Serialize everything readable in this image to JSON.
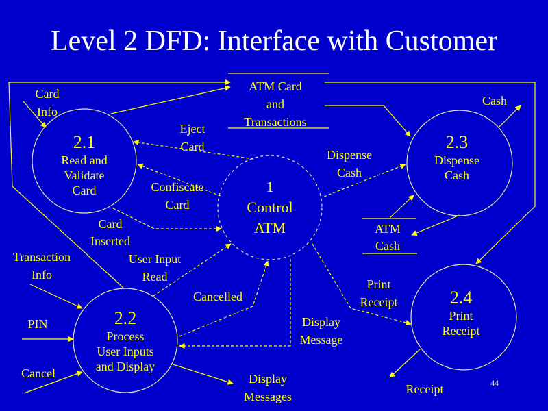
{
  "title": "Level 2 DFD: Interface with Customer",
  "page_number": "44",
  "colors": {
    "background": "#0000cc",
    "text": "#ffff00",
    "title": "#ffffff",
    "lines": "#ffff00"
  },
  "processes": {
    "p21": {
      "number": "2.1",
      "name_lines": [
        "Read and",
        "Validate",
        "Card"
      ]
    },
    "p22": {
      "number": "2.2",
      "name_lines": [
        "Process",
        "User Inputs",
        "and Display"
      ]
    },
    "p23": {
      "number": "2.3",
      "name_lines": [
        "Dispense",
        "Cash"
      ]
    },
    "p24": {
      "number": "2.4",
      "name_lines": [
        "Print",
        "Receipt"
      ]
    },
    "control": {
      "number": "1",
      "name_lines": [
        "Control",
        "ATM"
      ]
    }
  },
  "data_stores": {
    "atm_card_transactions": {
      "lines": [
        "ATM Card",
        "and",
        "Transactions"
      ]
    },
    "atm_cash": {
      "lines": [
        "ATM",
        "Cash"
      ]
    }
  },
  "flows": {
    "card_info": [
      "Card",
      "Info"
    ],
    "eject_card": [
      "Eject",
      "Card"
    ],
    "confiscate_card": [
      "Confiscate",
      "Card"
    ],
    "card_inserted": [
      "Card",
      "Inserted"
    ],
    "dispense_cash": [
      "Dispense",
      "Cash"
    ],
    "cash": [
      "Cash"
    ],
    "transaction_info": [
      "Transaction",
      "Info"
    ],
    "user_input_read": [
      "User Input",
      "Read"
    ],
    "cancelled": [
      "Cancelled"
    ],
    "pin": [
      "PIN"
    ],
    "cancel": [
      "Cancel"
    ],
    "display_message": [
      "Display",
      "Message"
    ],
    "display_messages": [
      "Display",
      "Messages"
    ],
    "print_receipt": [
      "Print",
      "Receipt"
    ],
    "receipt": [
      "Receipt"
    ]
  }
}
